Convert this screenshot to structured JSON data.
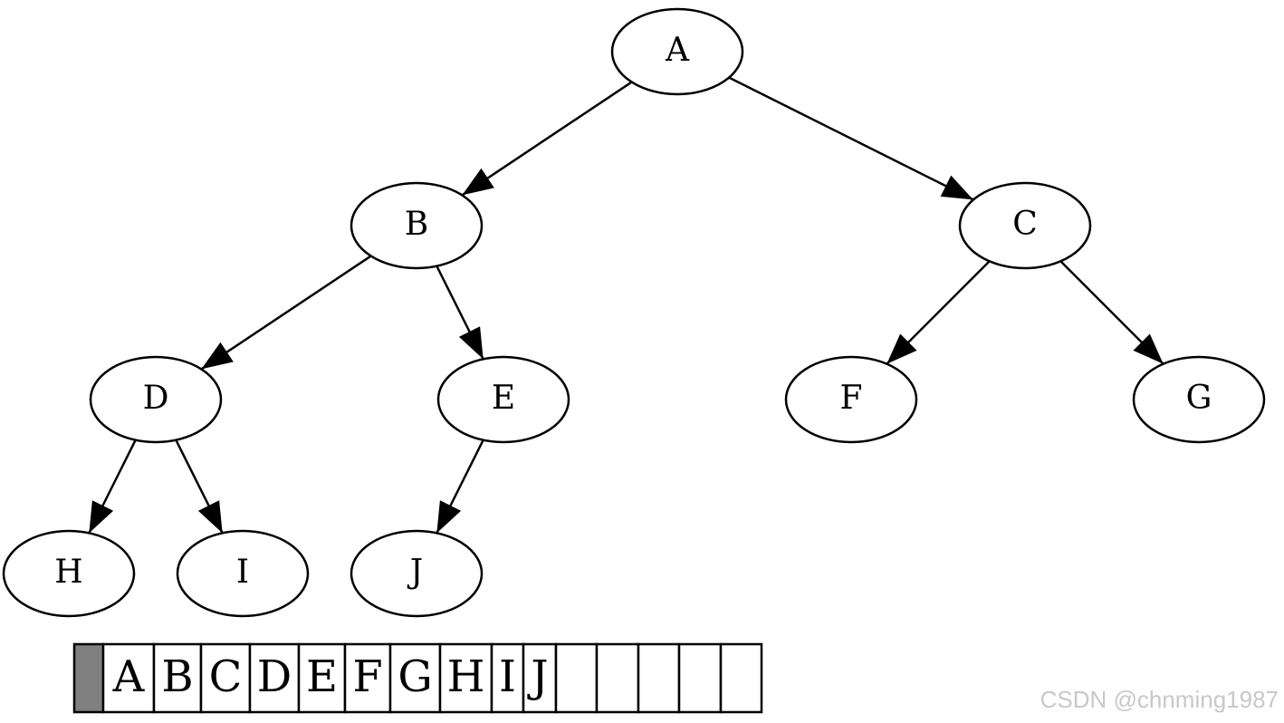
{
  "tree": {
    "nodes": [
      {
        "id": "A",
        "label": "A"
      },
      {
        "id": "B",
        "label": "B"
      },
      {
        "id": "C",
        "label": "C"
      },
      {
        "id": "D",
        "label": "D"
      },
      {
        "id": "E",
        "label": "E"
      },
      {
        "id": "F",
        "label": "F"
      },
      {
        "id": "G",
        "label": "G"
      },
      {
        "id": "H",
        "label": "H"
      },
      {
        "id": "I",
        "label": "I"
      },
      {
        "id": "J",
        "label": "J"
      }
    ],
    "edges": [
      {
        "from": "A",
        "to": "B"
      },
      {
        "from": "A",
        "to": "C"
      },
      {
        "from": "B",
        "to": "D"
      },
      {
        "from": "B",
        "to": "E"
      },
      {
        "from": "C",
        "to": "F"
      },
      {
        "from": "C",
        "to": "G"
      },
      {
        "from": "D",
        "to": "H"
      },
      {
        "from": "D",
        "to": "I"
      },
      {
        "from": "E",
        "to": "J"
      }
    ]
  },
  "array": {
    "cells": [
      "",
      "A",
      "B",
      "C",
      "D",
      "E",
      "F",
      "G",
      "H",
      "I",
      "J",
      "",
      "",
      "",
      "",
      ""
    ],
    "unused_index0_color": "#808080"
  },
  "watermark": "CSDN @chnming1987"
}
